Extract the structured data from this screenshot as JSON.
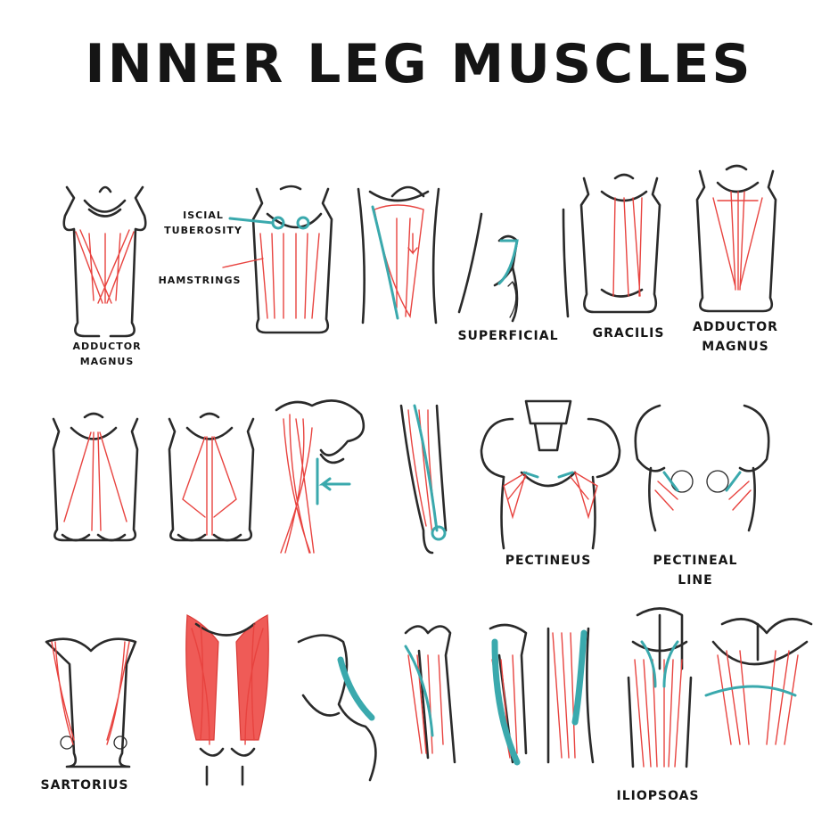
{
  "title": "INNER LEG MUSCLES",
  "labels": {
    "adductor_magnus_1": [
      "ADDUCTOR",
      "MAGNUS"
    ],
    "iscial_tuberosity": [
      "ISCIAL",
      "TUBEROSITY"
    ],
    "hamstrings": "HAMSTRINGS",
    "superficial": "SUPERFICIAL",
    "gracilis": "GRACILIS",
    "adductor_magnus_2": [
      "ADDUCTOR",
      "MAGNUS"
    ],
    "pectineus": "PECTINEUS",
    "pectineal_line": [
      "PECTINEAL",
      "LINE"
    ],
    "sartorius": "SARTORIUS",
    "iliopsoas": "ILIOPSOAS"
  },
  "colors": {
    "muscle": "#e8433f",
    "highlight": "#3aa9ad",
    "bone": "#2a2a2a"
  }
}
